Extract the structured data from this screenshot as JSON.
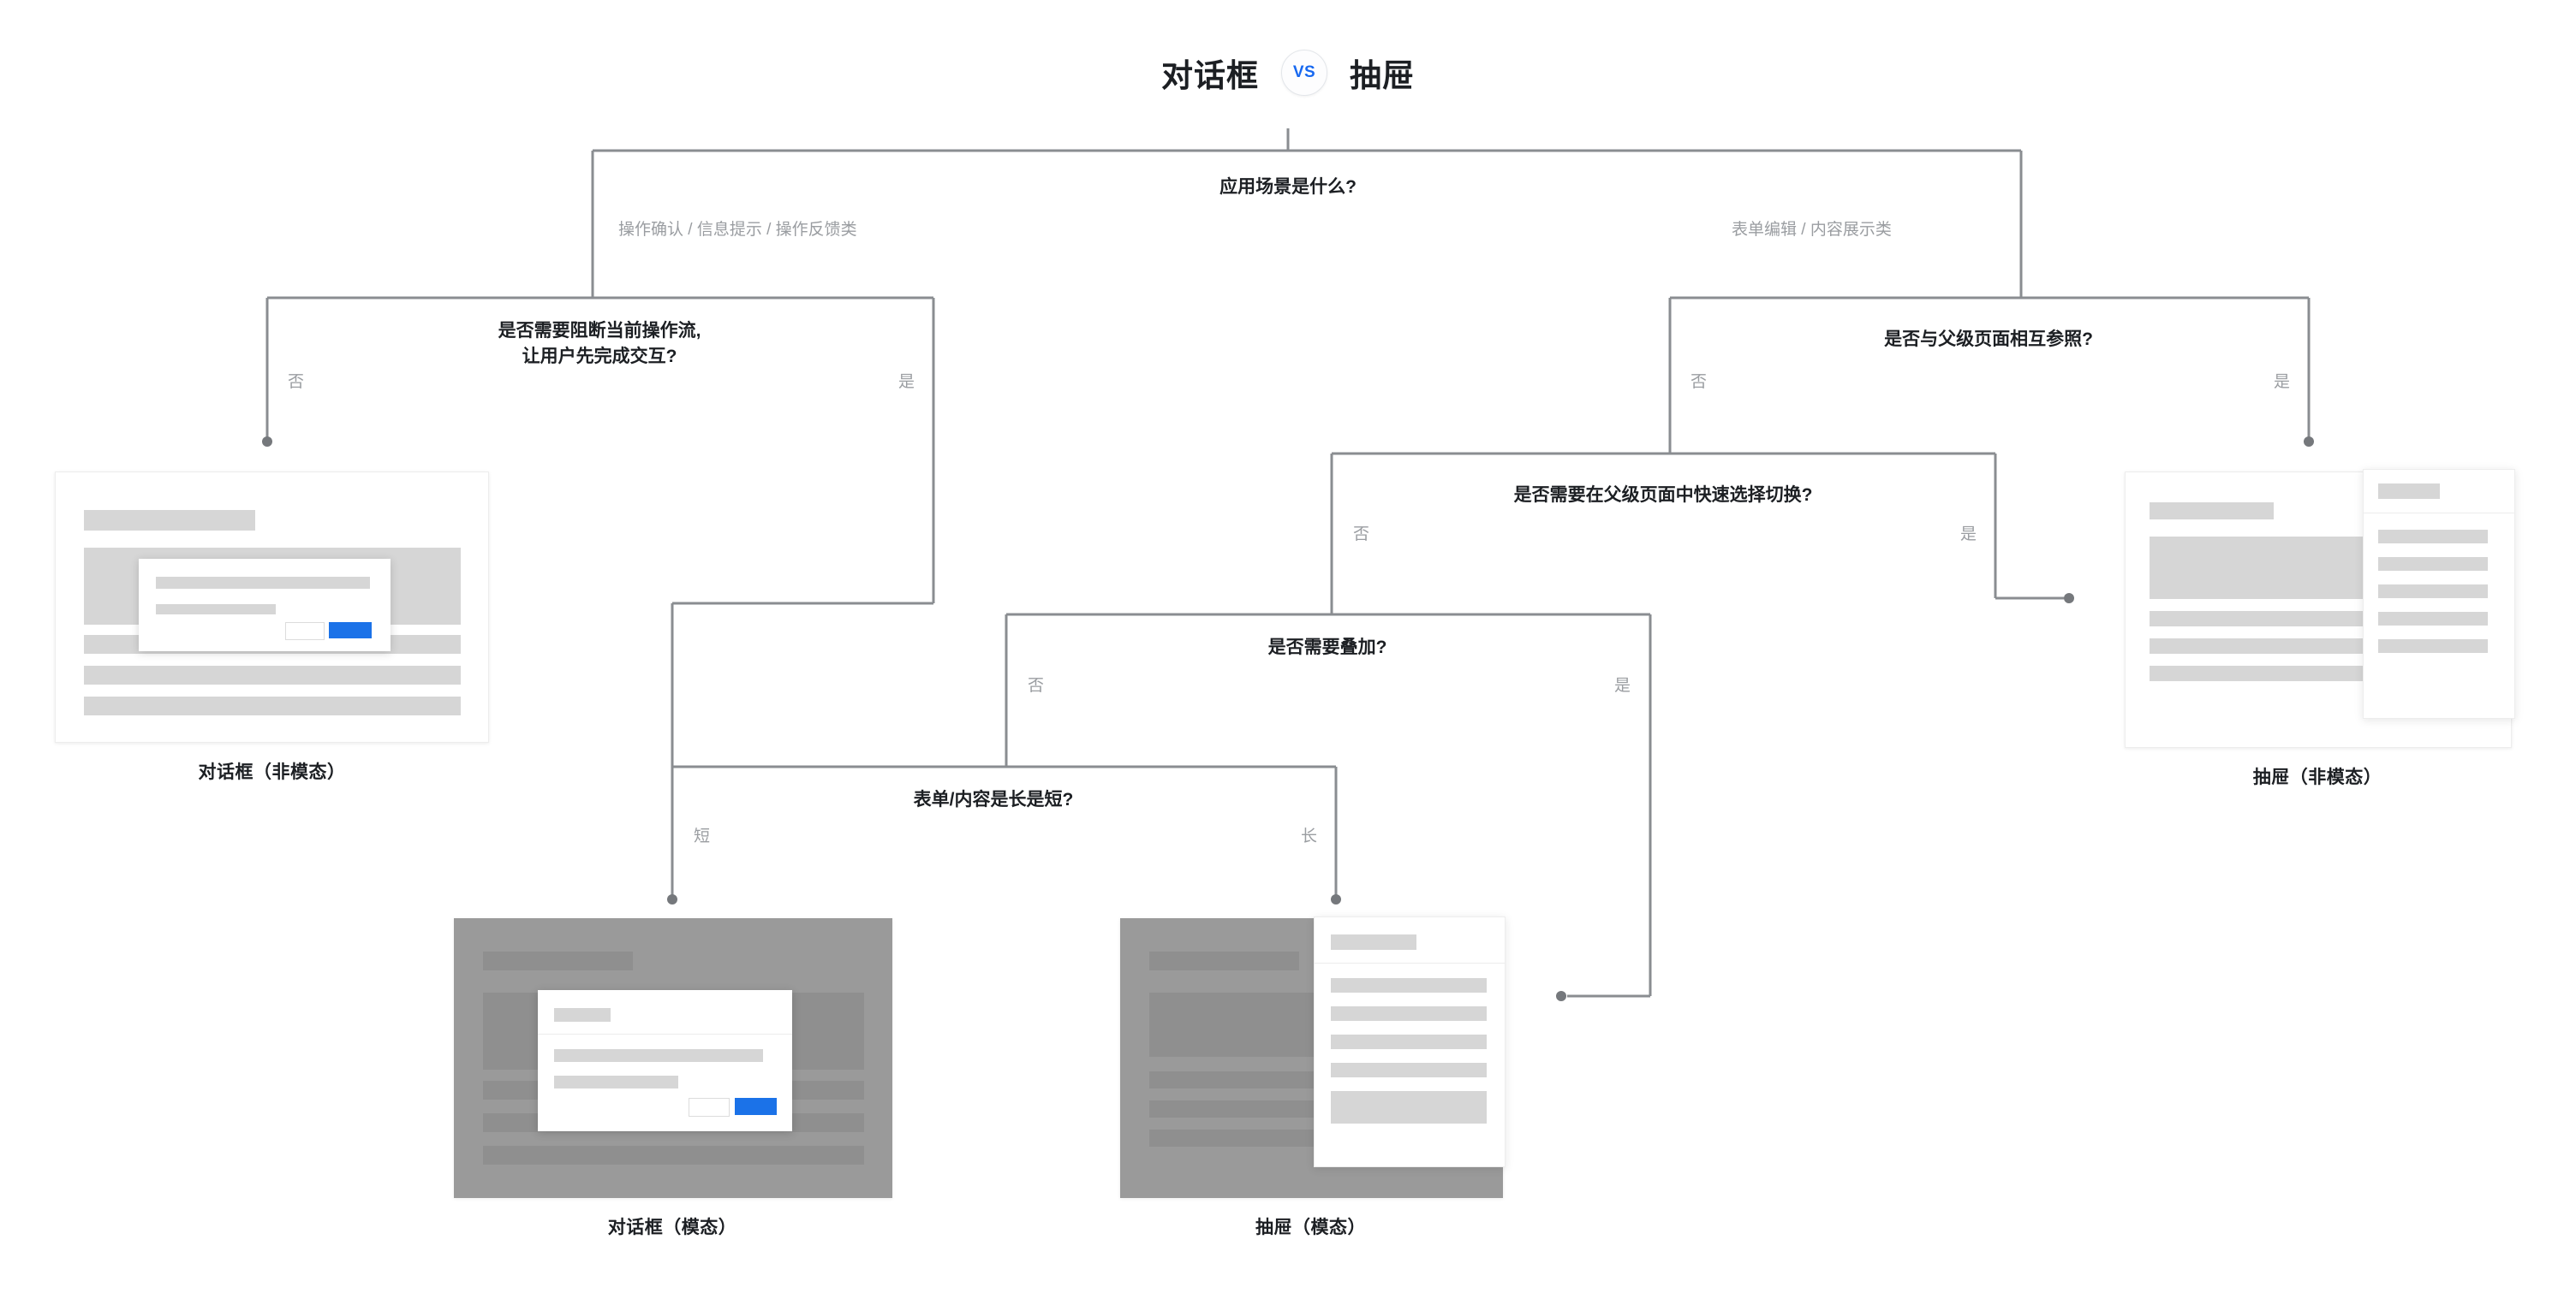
{
  "title": {
    "left_word": "对话框",
    "badge": "VS",
    "right_word": "抽屉"
  },
  "questions": {
    "root": "应用场景是什么?",
    "q_block": "是否需要阻断当前操作流,\n让用户先完成交互?",
    "q_parent_ref": "是否与父级页面相互参照?",
    "q_quick_switch": "是否需要在父级页面中快速选择切换?",
    "q_overlay": "是否需要叠加?",
    "q_length": "表单/内容是长是短?"
  },
  "edge_labels": {
    "root_left": "操作确认 / 信息提示 / 操作反馈类",
    "root_right": "表单编辑 / 内容展示类",
    "block_no": "否",
    "block_yes": "是",
    "parent_ref_no": "否",
    "parent_ref_yes": "是",
    "quick_switch_no": "否",
    "quick_switch_yes": "是",
    "overlay_no": "否",
    "overlay_yes": "是",
    "length_short": "短",
    "length_long": "长"
  },
  "outcomes": {
    "dialog_nonmodal": "对话框（非模态）",
    "drawer_nonmodal": "抽屉（非模态）",
    "dialog_modal": "对话框（模态）",
    "drawer_modal": "抽屉（模态）"
  },
  "colors": {
    "accent_blue": "#1b72e8",
    "badge_text": "#1768f0",
    "wire": "#8a8d91",
    "node_dot": "#75787c",
    "placeholder_light": "#d6d6d6",
    "placeholder_dark": "#8f8f8f",
    "scrim": "#9a9a9a",
    "text_primary": "#1c1f23",
    "text_muted": "#9a9da1"
  }
}
